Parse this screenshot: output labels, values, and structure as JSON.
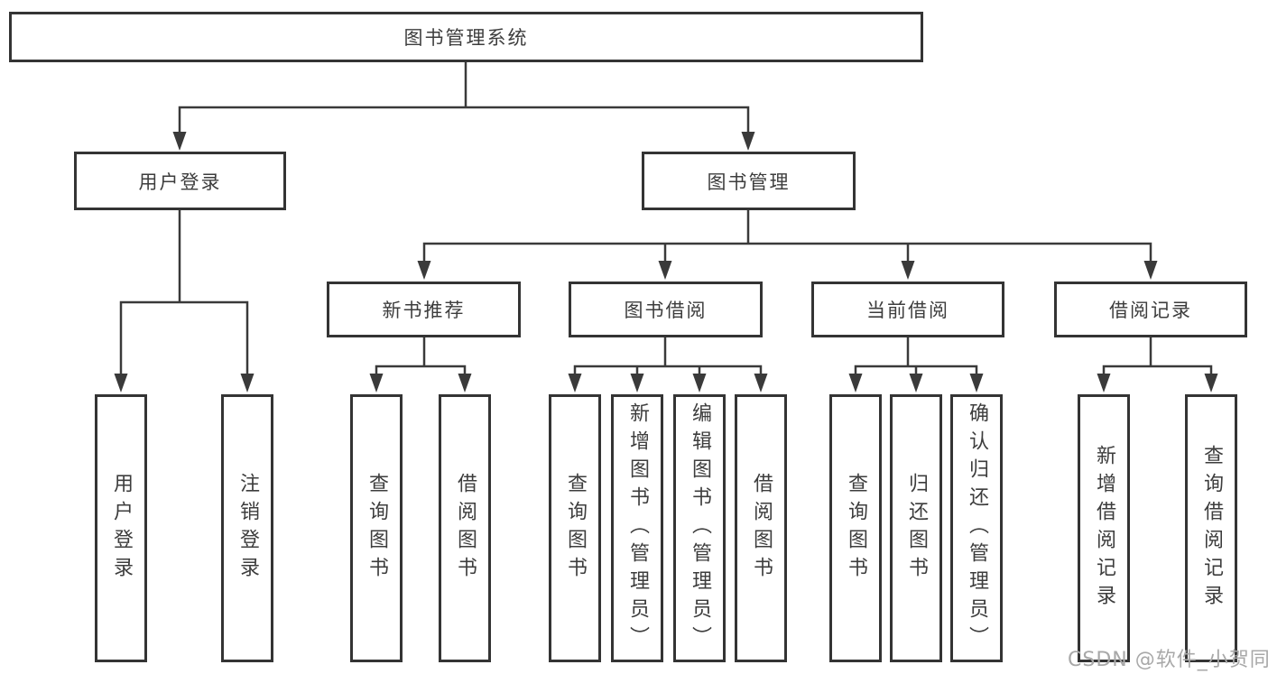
{
  "tree": {
    "root": {
      "label": "图书管理系统",
      "children": [
        {
          "label": "用户登录",
          "children": [
            {
              "label": "用户登录"
            },
            {
              "label": "注销登录"
            }
          ]
        },
        {
          "label": "图书管理",
          "children": [
            {
              "label": "新书推荐",
              "children": [
                {
                  "label": "查询图书"
                },
                {
                  "label": "借阅图书"
                }
              ]
            },
            {
              "label": "图书借阅",
              "children": [
                {
                  "label": "查询图书"
                },
                {
                  "label": "新增图书（管理员）"
                },
                {
                  "label": "编辑图书（管理员）"
                },
                {
                  "label": "借阅图书"
                }
              ]
            },
            {
              "label": "当前借阅",
              "children": [
                {
                  "label": "查询图书"
                },
                {
                  "label": "归还图书"
                },
                {
                  "label": "确认归还（管理员）"
                }
              ]
            },
            {
              "label": "借阅记录",
              "children": [
                {
                  "label": "新增借阅记录"
                },
                {
                  "label": "查询借阅记录"
                }
              ]
            }
          ]
        }
      ]
    }
  },
  "watermark": {
    "text": "CSDN @软件_小贺同学"
  },
  "colors": {
    "line": "#3a3a3a",
    "border": "#343434",
    "text": "#3d3d3d",
    "watermark": "#a8a8a8",
    "background": "#ffffff"
  }
}
